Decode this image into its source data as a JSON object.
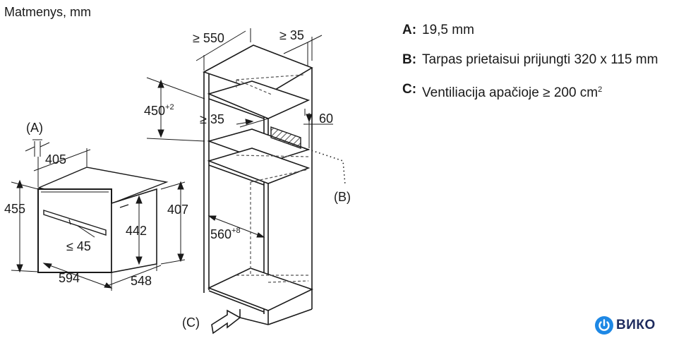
{
  "title": "Matmenys, mm",
  "oven_dims": {
    "label_A": "(A)",
    "depth_top": "405",
    "height": "455",
    "front_height": "442",
    "side_height": "407",
    "handle_gap": "≤ 45",
    "width": "594",
    "depth": "548"
  },
  "cabinet_dims": {
    "depth_min": "≥ 550",
    "rear_gap": "≥ 35",
    "niche_height": "450",
    "niche_height_sup": "+2",
    "shelf_gap": "≥ 35",
    "shelf_thickness": "60",
    "niche_width": "560",
    "niche_width_sup": "+8",
    "label_B": "(B)",
    "label_C": "(C)"
  },
  "legend": [
    {
      "key": "A:",
      "text": "19,5 mm"
    },
    {
      "key": "B:",
      "text": "Tarpas prietaisui prijungti 320 x 115 mm"
    },
    {
      "key": "C:",
      "text": "Ventiliacija apačioje ≥ 200 cm",
      "sup": "2"
    }
  ],
  "brand": {
    "name": "ВИКО",
    "icon": "power-icon",
    "color": "#1e88e5"
  }
}
